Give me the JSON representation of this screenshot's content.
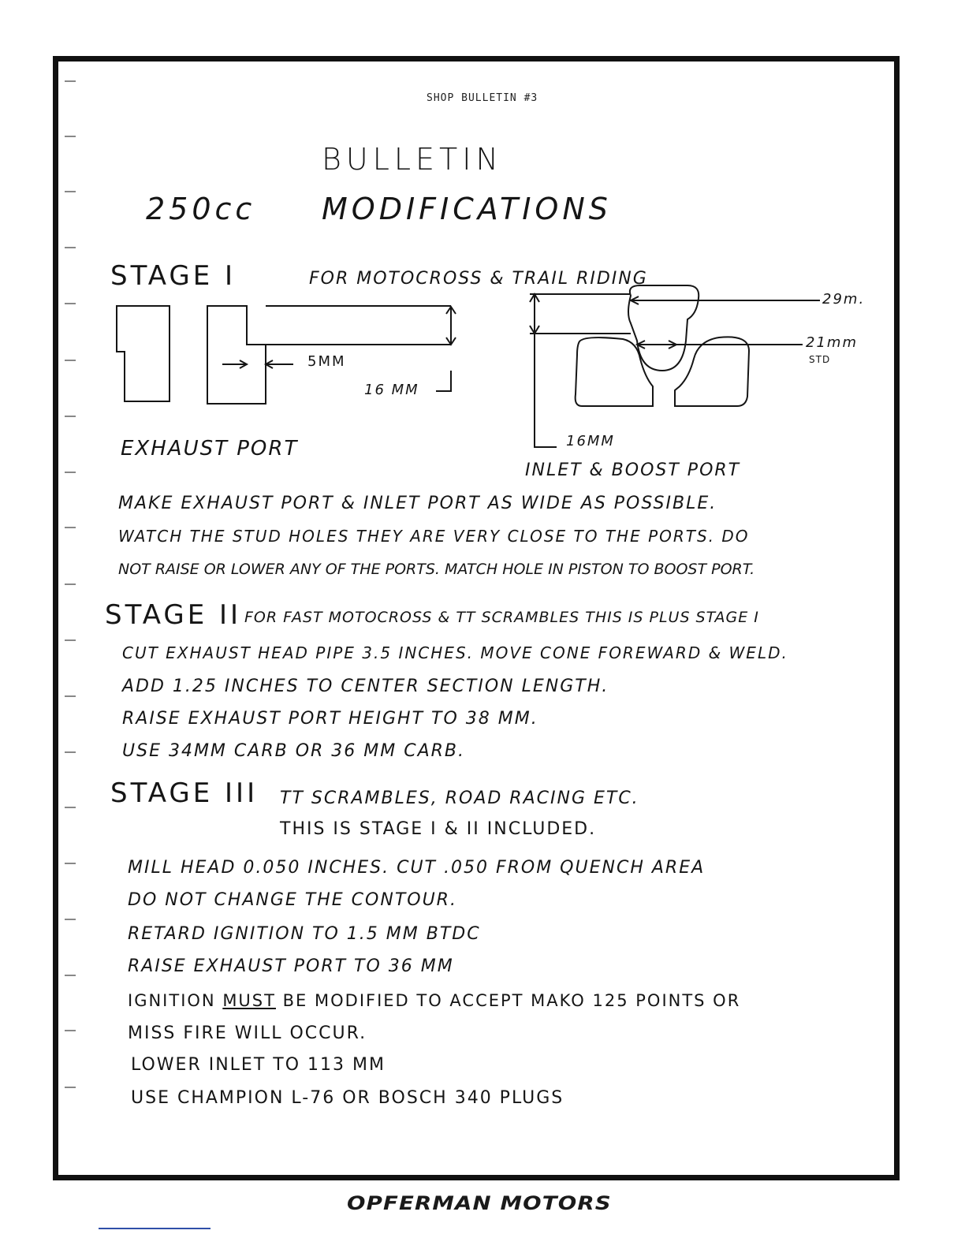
{
  "header": {
    "bulletin_number": "SHOP BULLETIN #3"
  },
  "title": {
    "line1": "BULLETIN",
    "displacement": "250cc",
    "line2": "MODIFICATIONS"
  },
  "stage1": {
    "heading": "STAGE I",
    "purpose": "FOR MOTOCROSS & TRAIL RIDING",
    "exhaust_diagram": {
      "label_5mm": "5MM",
      "label_16mm": "16 MM",
      "caption": "EXHAUST PORT"
    },
    "inlet_diagram": {
      "label_29": "29m.",
      "label_21": "21mm",
      "label_std": "STD",
      "label_16mm": "16MM",
      "caption": "INLET & BOOST PORT"
    },
    "notes": [
      "MAKE EXHAUST PORT & INLET PORT AS WIDE AS POSSIBLE.",
      "WATCH THE STUD HOLES THEY ARE VERY CLOSE TO THE PORTS. DO",
      "NOT RAISE OR LOWER ANY OF THE PORTS. MATCH HOLE IN PISTON TO BOOST PORT."
    ]
  },
  "stage2": {
    "heading": "STAGE II",
    "purpose": "FOR FAST MOTOCROSS & TT SCRAMBLES  THIS IS PLUS STAGE I",
    "notes": [
      "CUT EXHAUST HEAD PIPE 3.5 INCHES. MOVE CONE FOREWARD & WELD.",
      "ADD 1.25 INCHES TO CENTER SECTION LENGTH.",
      "RAISE EXHAUST PORT HEIGHT TO 38 MM.",
      "USE 34MM CARB OR 36 MM CARB."
    ]
  },
  "stage3": {
    "heading": "STAGE III",
    "purpose": "TT SCRAMBLES, ROAD RACING ETC.",
    "includes": "THIS IS STAGE I & II INCLUDED.",
    "notes": [
      "MILL HEAD 0.050 INCHES. CUT .050 FROM QUENCH AREA",
      "DO NOT CHANGE THE CONTOUR.",
      "RETARD IGNITION TO 1.5 MM BTDC",
      "RAISE EXHAUST PORT TO 36 MM"
    ],
    "ignition_prefix": "IGNITION ",
    "ignition_emphasis": "MUST",
    "ignition_suffix": " BE MODIFIED TO ACCEPT MAKO 125 POINTS OR",
    "notes_after": [
      "MISS FIRE WILL OCCUR.",
      "LOWER INLET TO 113 MM",
      "USE CHAMPION L-76  OR BOSCH 340 PLUGS"
    ]
  },
  "footer": {
    "brand": "OPFERMAN MOTORS"
  }
}
